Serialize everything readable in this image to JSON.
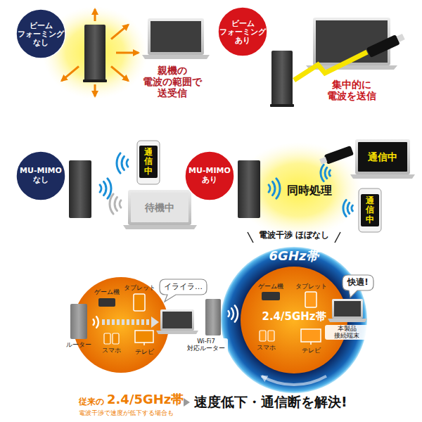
{
  "diagram": {
    "nodes": [
      {
        "text": [
          "ビーム フォーミング なし"
        ]
      },
      {
        "text": [
          "ビーム フォーミング あり"
        ]
      },
      {
        "text": [
          "MU-MIMO なし"
        ]
      },
      {
        "text": [
          "通信中"
        ]
      },
      {
        "text": [
          "待機中"
        ]
      },
      {
        "text": [
          "MU-MIMO あり"
        ]
      },
      {
        "text": [
          "通信中"
        ]
      },
      {
        "text": [
          "通信中"
        ]
      },
      {
        "text": [
          "イライラ…"
        ]
      },
      {
        "text": [
          "電波干渉 ほぼなし",
          "6GHz帯"
        ]
      },
      {
        "text": [
          "2.4/5GHz帯"
        ],
        "in": 9
      },
      {
        "text": [
          "快適!"
        ]
      }
    ],
    "labels": [
      "親機の 電波の範囲で 送受信",
      "集中的に 電波を送信",
      "同時処理",
      "ゲーム機",
      "タブレット",
      "スマホ",
      "テレビ",
      "ルーター",
      "ゲーム機",
      "タブレット",
      "スマホ",
      "テレビ",
      "Wi-Fi7 対応ルーター",
      "本製品 接続端末",
      "従来の",
      "2.4/5GHz帯",
      "電波干渉で速度が低下する場合も",
      "速度低下・通信断を解決!"
    ]
  }
}
